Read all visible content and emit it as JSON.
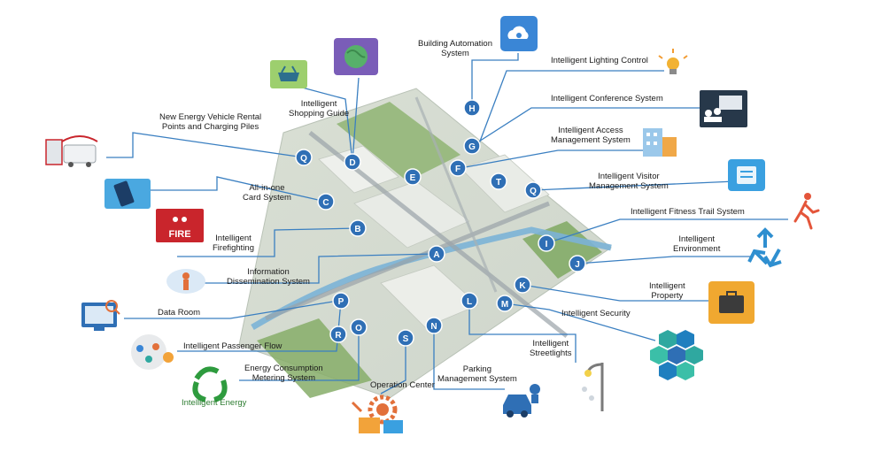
{
  "colors": {
    "accent": "#3a7fc1",
    "node_fill": "#2f6fb5",
    "road": "#6f8fb0",
    "water": "#7bb3d6",
    "green": "#6a9e4f",
    "fire_red": "#c9252c",
    "energy_green": "#2e9b3e"
  },
  "nodes": {
    "A": "A",
    "B": "B",
    "C": "C",
    "D": "D",
    "E": "E",
    "F": "F",
    "G": "G",
    "H": "H",
    "I": "I",
    "J": "J",
    "K": "K",
    "L": "L",
    "M": "M",
    "N": "N",
    "O": "O",
    "P": "P",
    "Q": "Q",
    "R": "R",
    "S": "S",
    "T": "T"
  },
  "labels": {
    "building_automation": "Building Automation\nSystem",
    "lighting_control": "Intelligent Lighting Control",
    "conference": "Intelligent Conference System",
    "access_management": "Intelligent Access\nManagement System",
    "visitor_management": "Intelligent Visitor\nManagement System",
    "fitness_trail": "Intelligent Fitness Trail System",
    "environment": "Intelligent\nEnvironment",
    "property": "Intelligent\nProperty",
    "security": "Intelligent Security",
    "streetlights": "Intelligent\nStreetlights",
    "parking": "Parking\nManagement System",
    "operation_center": "Operation Center",
    "energy_metering": "Energy Consumption\nMetering System",
    "intelligent_energy": "Intelligent Energy",
    "passenger_flow": "Intelligent Passenger Flow",
    "data_room": "Data Room",
    "info_dissemination": "Information\nDissemination System",
    "firefighting": "Intelligent\nFirefighting",
    "card_system": "All-in-one\nCard System",
    "ev_rental": "New Energy Vehicle Rental\nPoints and Charging Piles",
    "shopping_guide": "Intelligent\nShopping Guide"
  },
  "icons": {
    "fire_text": "FIRE",
    "icon_names": [
      "cloud-gear-icon",
      "globe-icon",
      "shopping-basket-icon",
      "lightbulb-icon",
      "conference-screen-icon",
      "building-icon",
      "visitor-card-icon",
      "runner-icon",
      "recycle-icon",
      "briefcase-icon",
      "security-hexagon-icon",
      "streetlight-icon",
      "parking-car-icon",
      "operation-gear-icon",
      "energy-recycle-icon",
      "passenger-flow-icon",
      "data-room-monitor-icon",
      "info-person-icon",
      "fire-alarm-icon",
      "card-phone-icon",
      "ev-charging-icon"
    ]
  }
}
